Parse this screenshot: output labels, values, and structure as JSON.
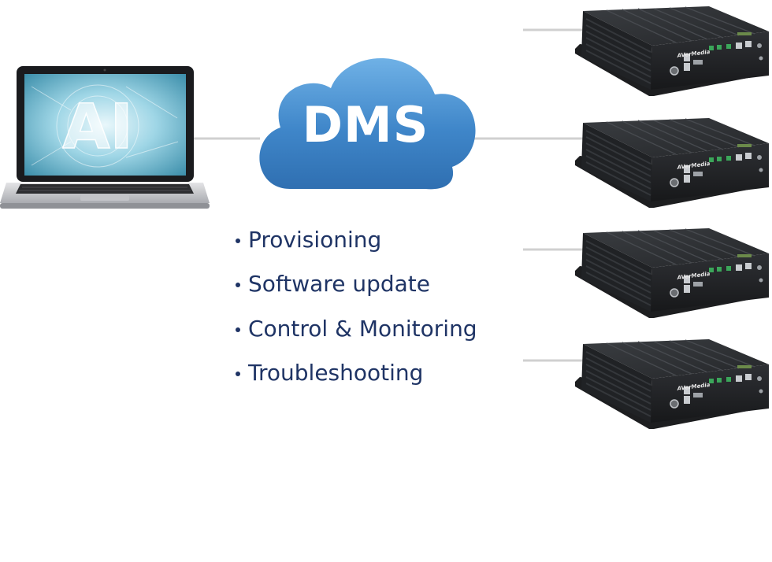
{
  "cloud": {
    "label": "DMS",
    "color": "#3b7fc4"
  },
  "laptop": {
    "screen_text": "AI"
  },
  "features": [
    {
      "label": "Provisioning"
    },
    {
      "label": "Software update"
    },
    {
      "label": "Control & Monitoring"
    },
    {
      "label": "Troubleshooting"
    }
  ],
  "devices": [
    {
      "brand": "AVerMedia"
    },
    {
      "brand": "AVerMedia"
    },
    {
      "brand": "AVerMedia"
    },
    {
      "brand": "AVerMedia"
    }
  ],
  "colors": {
    "text": "#1f3465",
    "connector": "#d0d0d0",
    "device_body": "#2a2c2f"
  }
}
